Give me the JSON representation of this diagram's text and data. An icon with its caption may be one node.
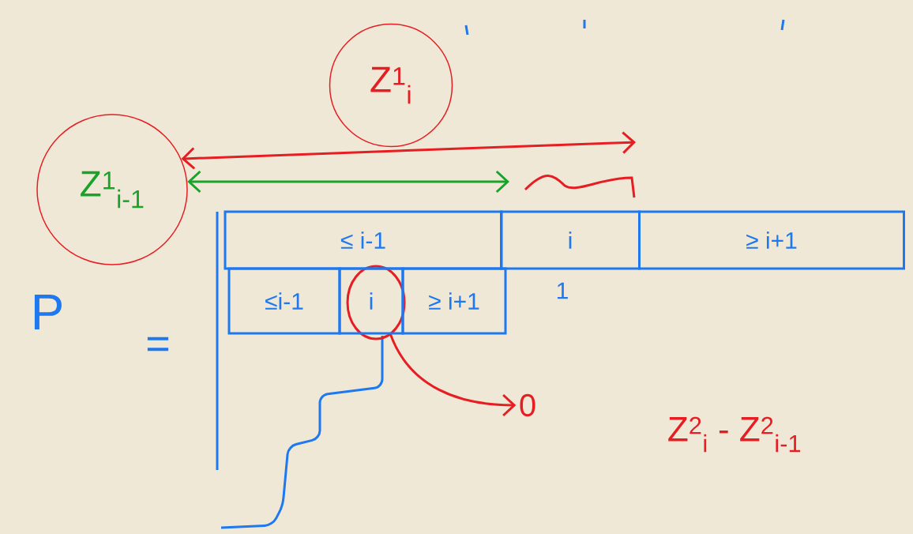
{
  "diagram": {
    "nodes": [
      {
        "text": [
          "Z$^{1}$$_{i}$"
        ]
      },
      {
        "text": [
          "Z$^{1}$$_{i-1}$"
        ]
      },
      {
        "text": [
          "≤ i-1"
        ]
      },
      {
        "text": [
          "i"
        ]
      },
      {
        "text": [
          "≥ i+1"
        ]
      },
      {
        "text": [
          "≤i-1"
        ]
      },
      {
        "text": [
          "i"
        ]
      },
      {
        "text": [
          "≥ i+1"
        ]
      },
      {
        "text": [
          "0"
        ]
      }
    ],
    "edges": [
      {
        "from": 1,
        "to": null,
        "arrow": "both"
      },
      {
        "from": 1,
        "to": null,
        "arrow": "both",
        "color": "#1aa32a"
      },
      {
        "from": 6,
        "to": 8,
        "arrow": "to"
      }
    ],
    "labels": [
      "P",
      "=",
      "1",
      "Z$^{2}$$_{i}$ - Z$^{2}$$_{i-1}$"
    ]
  }
}
